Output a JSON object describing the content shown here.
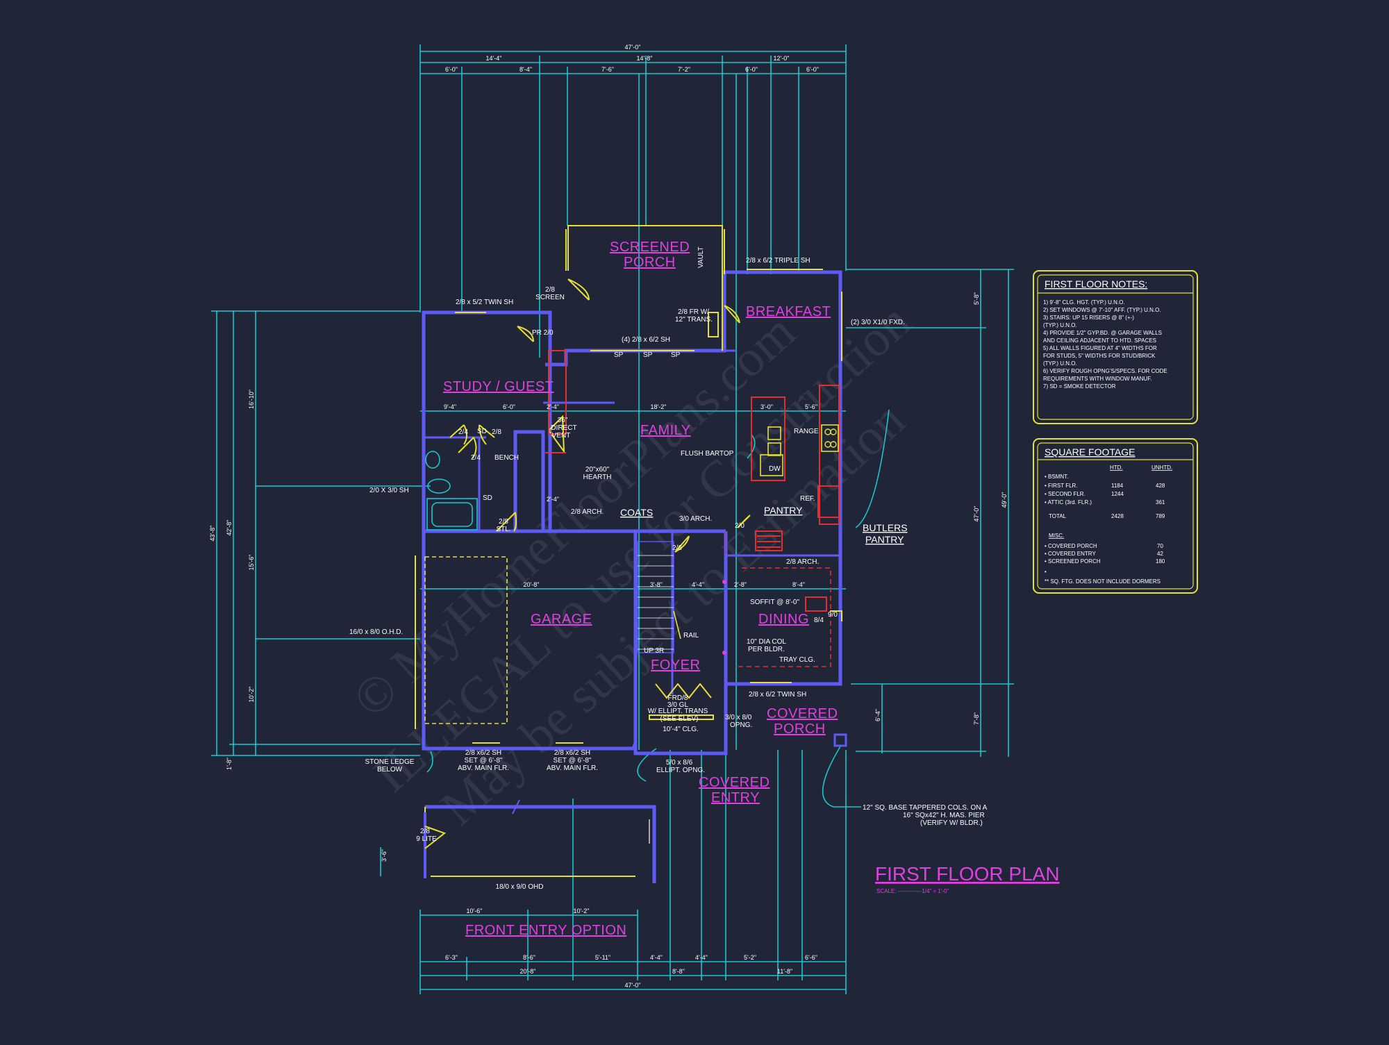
{
  "watermark": {
    "line1": "© MyHomeFloorPlans.com",
    "line2": "ILLEGAL to use for Construction",
    "line3": "May be subject to Estimation"
  },
  "rooms": {
    "screened_porch_1": "SCREENED",
    "screened_porch_2": "PORCH",
    "breakfast": "BREAKFAST",
    "study": "STUDY / GUEST",
    "family": "FAMILY",
    "garage": "GARAGE",
    "foyer": "FOYER",
    "dining": "DINING",
    "covered_porch_1": "COVERED",
    "covered_porch_2": "PORCH",
    "covered_entry_1": "COVERED",
    "covered_entry_2": "ENTRY",
    "front_entry_option": "FRONT ENTRY OPTION",
    "butlers_pantry_1": "BUTLERS",
    "butlers_pantry_2": "PANTRY",
    "pantry": "PANTRY",
    "coats": "COATS"
  },
  "labels": {
    "screen_1": "2/8",
    "screen_2": "SCREEN",
    "vault": "VAULT",
    "triple_sh": "2/8 x 6/2 TRIPLE SH",
    "fr_trans_1": "2/8 FR W/",
    "fr_trans_2": "12\" TRANS.",
    "four_sh": "(4) 2/8 x 6/2 SH",
    "sp1": "SP",
    "sp2": "SP",
    "sp3": "SP",
    "fxd": "(2) 3/0 X1/0 FXD.",
    "twin_sh_top": "2/8 x 5/2 TWIN SH",
    "pr": "PR 2/0",
    "vent_1": "36\"",
    "vent_2": "DIRECT",
    "vent_3": "VENT",
    "hearth_1": "20\"x60\"",
    "hearth_2": "HEARTH",
    "bench": "BENCH",
    "d24a": "2/4",
    "d24b": "2/4",
    "d28": "2/8",
    "sd": "SD",
    "sd2": "SD",
    "stl_1": "2/8",
    "stl_2": "STL.",
    "arch1": "2/8  ARCH.",
    "arch2": "3/0  ARCH.",
    "arch3": "2/8  ARCH.",
    "d20": "2/0",
    "d26": "2/6",
    "flush": "FLUSH BARTOP",
    "range": "RANGE",
    "dw": "DW",
    "ref": "REF.",
    "garage_win": "2/0 X 3/0 SH",
    "ohd": "16/0 x 8/0 O.H.D.",
    "rail": "RAIL",
    "upbr": "UP 3R",
    "soffit": "SOFFIT @ 8'-0\"",
    "col_1": "10\" DIA COL",
    "col_2": "PER BLDR.",
    "tray": "TRAY CLG.",
    "d84": "8/4",
    "d90": "9/0",
    "twin_sh_dining": "2/8 x 6/2 TWIN SH",
    "frd_1": "FRD/8",
    "frd_2": "3/0 GL",
    "ellipt_1": "W/ ELLIPT. TRANS",
    "ellipt_2": "(SEE ELEV)",
    "clg": "10'-4\" CLG.",
    "opng_1": "3/0 x 8/0",
    "opng_2": "OPNG.",
    "ellipt_opng_1": "5/0 x 8/6",
    "ellipt_opng_2": "ELLIPT. OPNG.",
    "gsh1_1": "2/8 x6/2 SH",
    "gsh1_2": "SET @ 6'-8\"",
    "gsh1_3": "ABV. MAIN FLR.",
    "gsh2_1": "2/8 x6/2 SH",
    "gsh2_2": "SET @ 6'-8\"",
    "gsh2_3": "ABV. MAIN FLR.",
    "ledge_1": "STONE LEDGE",
    "ledge_2": "BELOW",
    "cols_1": "12\" SQ. BASE TAPPERED COLS. ON A",
    "cols_2": "16\" SQx42\" H. MAS. PIER",
    "cols_3": "(VERIFY W/ BLDR.)",
    "lite_1": "2/8",
    "lite_2": "9 LITE",
    "ohd2": "18/0 x 9/0 OHD",
    "plan_title": "FIRST FLOOR PLAN",
    "scale": "SCALE: -------------1/4\" = 1'-0\""
  },
  "dims": {
    "overall_top": "47'-0\"",
    "top_a": "14'-4\"",
    "top_b": "14'-8\"",
    "top_c": "12'-0\"",
    "top_1": "6'-0\"",
    "top_2": "8'-4\"",
    "top_3": "7'-6\"",
    "top_4": "7'-2\"",
    "top_5": "6'-0\"",
    "top_6": "6'-0\"",
    "fam_a": "9'-4\"",
    "fam_b": "6'-0\"",
    "fam_c": "18'-2\"",
    "fam_d": "3'-0\"",
    "fam_e": "5'-6\"",
    "fam_f": "2'-4\"",
    "fam_g": "2'-4\"",
    "gar_a": "20'-8\"",
    "gar_b": "3'-8\"",
    "gar_c": "4'-4\"",
    "gar_d": "2'-8\"",
    "gar_e": "8'-4\"",
    "fe_a": "10'-6\"",
    "fe_b": "10'-2\"",
    "bot_1": "6'-3\"",
    "bot_2": "8'-6\"",
    "bot_3": "5'-11\"",
    "bot_4": "4'-4\"",
    "bot_5": "4'-4\"",
    "bot_6": "5'-2\"",
    "bot_7": "6'-6\"",
    "bot_a": "20'-8\"",
    "bot_b": "8'-8\"",
    "bot_c": "11'-8\"",
    "overall_bot": "47'-0\"",
    "left_overall": "43'-8\"",
    "left_a": "42'-8\"",
    "left_b": "16'-10\"",
    "left_c": "15'-6\"",
    "left_d": "10'-2\"",
    "left_e": "1'-8\"",
    "right_overall": "49'-0\"",
    "right_a": "47'-0\"",
    "right_b": "5'-8\"",
    "right_c": "7'-8\"",
    "right_d": "6'-4\"",
    "fe_v": "3'-6\""
  },
  "notes": {
    "title": "FIRST FLOOR NOTES:",
    "lines": [
      "1) 9'-8\"  CLG. HGT. (TYP.) U.N.O.",
      "2) SET WINDOWS @  7'-10\" AFF. (TYP.) U.N.O.",
      "3) STAIRS: UP 15 RISERS @ 8\" (+-)",
      "    (TYP.) U.N.O.",
      "4) PROVIDE 1/2\" GYP.BD. @ GARAGE WALLS",
      "    AND CEILING ADJACENT TO HTD. SPACES",
      "5) ALL WALLS FIGURED AT 4\" WIDTHS FOR",
      "    FOR STUDS, 5\" WIDTHS FOR STUD/BRICK",
      "    (TYP.) U.N.O.",
      "6) VERIFY ROUGH OPNG'S/SPECS. FOR CODE",
      "    REQUIREMENTS WITH WINDOW MANUF.",
      "7) SD = SMOKE DETECTOR"
    ]
  },
  "sqft": {
    "title": "SQUARE FOOTAGE",
    "col_htd": "HTD.",
    "col_unhtd": "UNHTD.",
    "rows": [
      {
        "name": "• BSMNT.",
        "htd": "",
        "unhtd": ""
      },
      {
        "name": "• FIRST FLR.",
        "htd": "1184",
        "unhtd": "428"
      },
      {
        "name": "• SECOND FLR.",
        "htd": "1244",
        "unhtd": ""
      },
      {
        "name": "• ATTIC (3rd. FLR.)",
        "htd": "",
        "unhtd": "361"
      },
      {
        "name": "TOTAL",
        "htd": "2428",
        "unhtd": "789"
      }
    ],
    "misc_title": "MISC.",
    "misc": [
      {
        "name": "• COVERED PORCH",
        "val": "70"
      },
      {
        "name": "• COVERED ENTRY",
        "val": "42"
      },
      {
        "name": "• SCREENED PORCH",
        "val": "180"
      },
      {
        "name": "•",
        "val": ""
      }
    ],
    "footnote": "** SQ. FTG. DOES NOT INCLUDE DORMERS"
  },
  "colors": {
    "background": "#202537",
    "dimension": "#19c6cf",
    "wall": "#5e5af5",
    "room_label": "#e040e0",
    "door_window": "#e8e030",
    "cabinet": "#e03030"
  }
}
